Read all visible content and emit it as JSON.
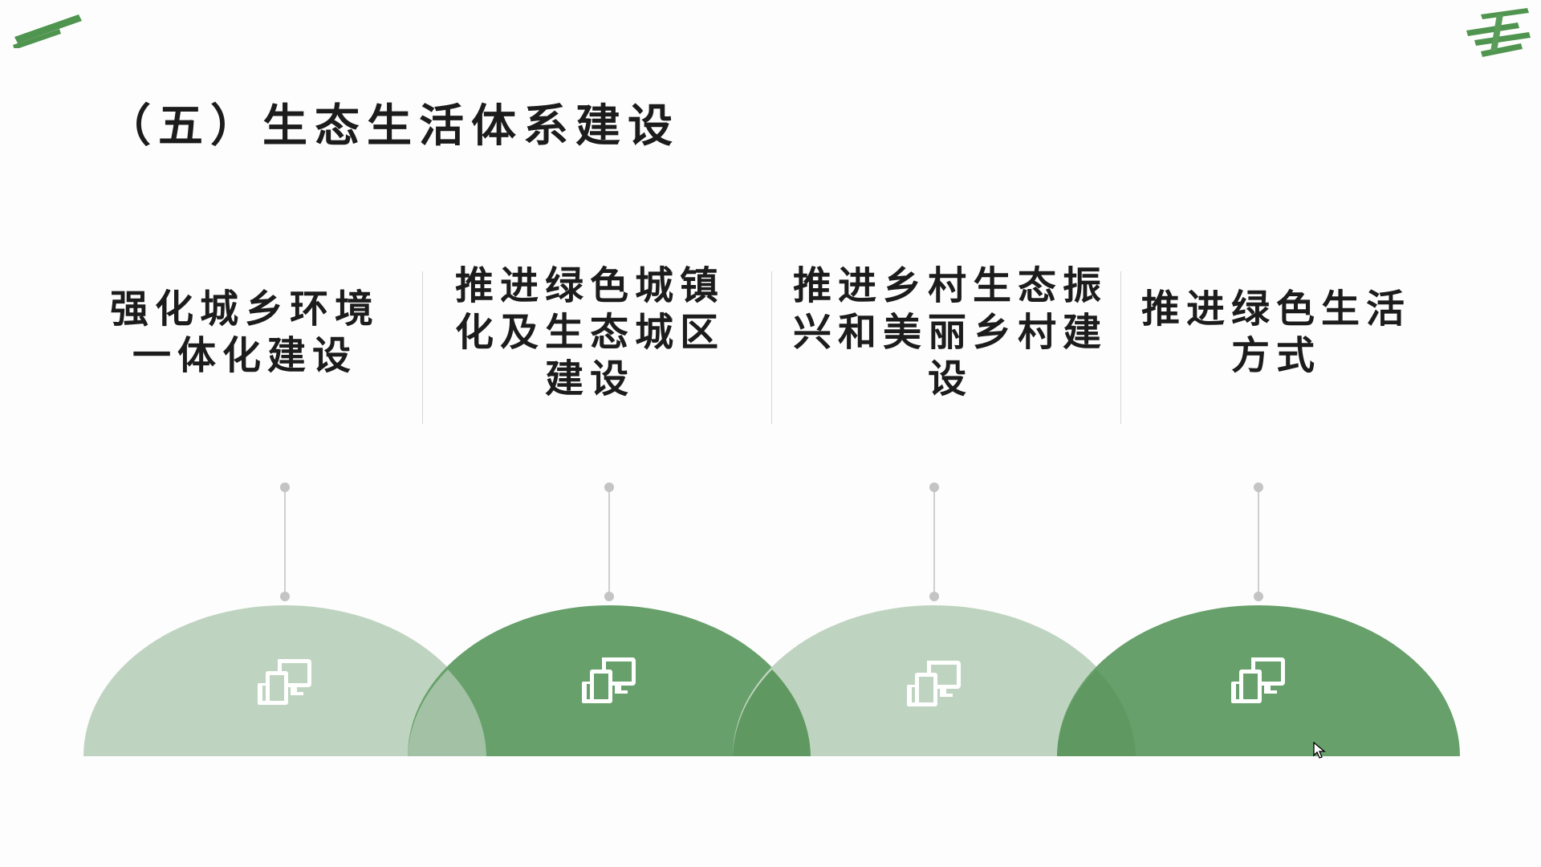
{
  "title": "（五）生态生活体系建设",
  "colors": {
    "accent_dark": "#67a06a",
    "accent_light": "#bfd4c0",
    "text": "#1c1c1c",
    "connector": "#c4c4c4"
  },
  "items": [
    {
      "label": "强化城乡环境一体化建设",
      "icon": "devices-icon",
      "tone": "light"
    },
    {
      "label": "推进绿色城镇化及生态城区建设",
      "icon": "devices-icon",
      "tone": "dark"
    },
    {
      "label": "推进乡村生态振兴和美丽乡村建设",
      "icon": "devices-icon",
      "tone": "light"
    },
    {
      "label": "推进绿色生活方式",
      "icon": "devices-icon",
      "tone": "dark"
    }
  ]
}
